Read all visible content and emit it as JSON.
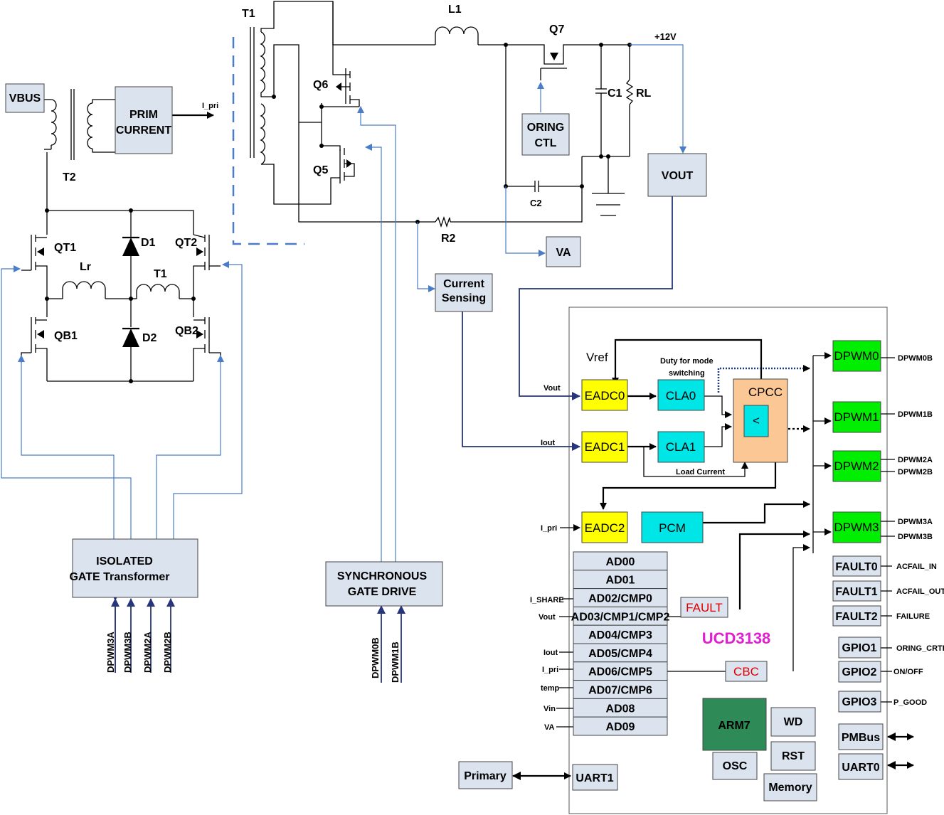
{
  "labels": {
    "T1_top": "T1",
    "L1": "L1",
    "Q7": "Q7",
    "plus12V": "+12V",
    "C1": "C1",
    "RL": "RL",
    "C2": "C2",
    "R2": "R2",
    "Q6": "Q6",
    "Q5": "Q5",
    "T2": "T2",
    "QT1": "QT1",
    "QT2": "QT2",
    "D1": "D1",
    "D2": "D2",
    "Lr": "Lr",
    "T1_mid": "T1",
    "QB1": "QB1",
    "QB2": "QB2",
    "I_pri_arrow": "I_pri",
    "Vref": "Vref",
    "duty1": "Duty for mode",
    "duty2": "switching",
    "Vout_in": "Vout",
    "Iout_in": "Iout",
    "load_current": "Load Current",
    "I_pri_in": "I_pri",
    "UCD3138": "UCD3138"
  },
  "blocks": {
    "VBUS": "VBUS",
    "PRIM1": "PRIM",
    "PRIM2": "CURRENT",
    "ORING1": "ORING",
    "ORING2": "CTL",
    "VOUT": "VOUT",
    "VA": "VA",
    "CS1": "Current",
    "CS2": "Sensing",
    "IGT1": "ISOLATED",
    "IGT2": "GATE Transformer",
    "SGD1": "SYNCHRONOUS",
    "SGD2": "GATE DRIVE",
    "EADC0": "EADC0",
    "EADC1": "EADC1",
    "EADC2": "EADC2",
    "CLA0": "CLA0",
    "CLA1": "CLA1",
    "PCM": "PCM",
    "CPCC": "CPCC",
    "CMP": "<",
    "DPWM0": "DPWM0",
    "DPWM1": "DPWM1",
    "DPWM2": "DPWM2",
    "DPWM3": "DPWM3",
    "FAULT": "FAULT",
    "CBC": "CBC",
    "ARM7": "ARM7",
    "WD": "WD",
    "RST": "RST",
    "OSC": "OSC",
    "Memory": "Memory",
    "FAULT0": "FAULT0",
    "FAULT1": "FAULT1",
    "FAULT2": "FAULT2",
    "GPIO1": "GPIO1",
    "GPIO2": "GPIO2",
    "GPIO3": "GPIO3",
    "PMBus": "PMBus",
    "UART0": "UART0",
    "UART1": "UART1",
    "Primary": "Primary"
  },
  "adc_rows": [
    "AD00",
    "AD01",
    "AD02/CMP0",
    "AD03/CMP1/CMP2",
    "AD04/CMP3",
    "AD05/CMP4",
    "AD06/CMP5",
    "AD07/CMP6",
    "AD08",
    "AD09"
  ],
  "adc_inputs": {
    "r2": "I_SHARE",
    "r3": "Vout",
    "r5": "Iout",
    "r6": "I_pri",
    "r7": "temp",
    "r8": "Vin",
    "r9": "VA"
  },
  "outputs": {
    "DPWM0B": "DPWM0B",
    "DPWM1B": "DPWM1B",
    "DPWM2A": "DPWM2A",
    "DPWM2B": "DPWM2B",
    "DPWM3A": "DPWM3A",
    "DPWM3B": "DPWM3B",
    "ACFAIL_IN": "ACFAIL_IN",
    "ACFAIL_OUT": "ACFAIL_OUT",
    "FAILURE": "FAILURE",
    "ORING_CRTL": "ORING_CRTL",
    "ON_OFF": "ON/OFF",
    "P_GOOD": "P_GOOD"
  },
  "vertical": {
    "DPWM3A": "DPWM3A",
    "DPWM3B": "DPWM3B",
    "DPWM2A": "DPWM2A",
    "DPWM2B": "DPWM2B",
    "DPWM0B": "DPWM0B",
    "DPWM1B": "DPWM1B"
  }
}
